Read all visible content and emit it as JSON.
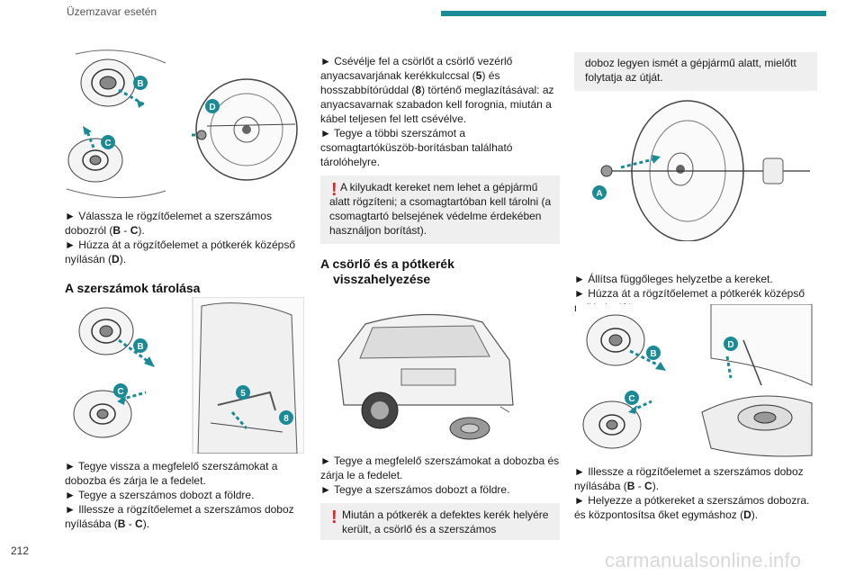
{
  "header": {
    "title": "Üzemzavar esetén"
  },
  "page_number": "212",
  "watermark": "carmanualsonline.info",
  "col1": {
    "p1": [
      "► Válassza le rögzítőelemet a szerszámos dobozról (",
      "B",
      " - ",
      "C",
      ")."
    ],
    "p2": [
      "► Húzza át a rögzítőelemet a pótkerék középső nyílásán (",
      "D",
      ")."
    ],
    "section_title": "A szerszámok tárolása",
    "p3": "► Tegye vissza a megfelelő szerszámokat a dobozba és zárja le a fedelet.",
    "p4": "► Tegye a szerszámos dobozt a földre.",
    "p5": [
      "► Illessze a rögzítőelemet a szerszámos doboz nyílásába (",
      "B",
      " - ",
      "C",
      ")."
    ]
  },
  "col2": {
    "p1": [
      "► Csévélje fel a csörlőt a csörlő vezérlő anyacsavarjának kerékkulccsal (",
      "5",
      ") és hosszabbítórúddal (",
      "8",
      ") történő meglazításával: az anyacsavarnak szabadon kell forognia, miután a kábel teljesen fel lett csévélve."
    ],
    "p2": "► Tegye a többi szerszámot a csomagtartóküszöb-borításban található tárolóhelyre.",
    "warn1": "A kilyukadt kereket nem lehet a gépjármű alatt rögzíteni; a csomagtartóban kell tárolni (a csomagtartó belsejének védelme érdekében használjon borítást).",
    "section_title_1": "A csörlő és a pótkerék",
    "section_title_2": "visszahelyezése",
    "p3": "► Tegye a megfelelő szerszámokat a dobozba és zárja le a fedelet.",
    "p4": "► Tegye a szerszámos dobozt a földre.",
    "warn2": "Miután a pótkerék a defektes kerék helyére került, a csörlő és a szerszámos"
  },
  "col3": {
    "warn_cont": "doboz legyen ismét a gépjármű alatt, mielőtt folytatja az útját.",
    "p1": "► Állítsa függőleges helyzetbe a kereket.",
    "p2": [
      "► Húzza át a rögzítőelemet a pótkerék középső nyílásán (",
      "A",
      ")."
    ],
    "p3": [
      "► Illessze a rögzítőelemet a szerszámos doboz nyílásába (",
      "B",
      " - ",
      "C",
      ")."
    ],
    "p4": [
      "► Helyezze a pótkereket a szerszámos dobozra. és központosítsa őket egymáshoz (",
      "D",
      ")."
    ]
  },
  "labels": {
    "A": "A",
    "B": "B",
    "C": "C",
    "D": "D",
    "five": "5",
    "eight": "8"
  },
  "colors": {
    "accent": "#1a8a96",
    "warning": "#d8262e",
    "label": "#1a8a96"
  }
}
